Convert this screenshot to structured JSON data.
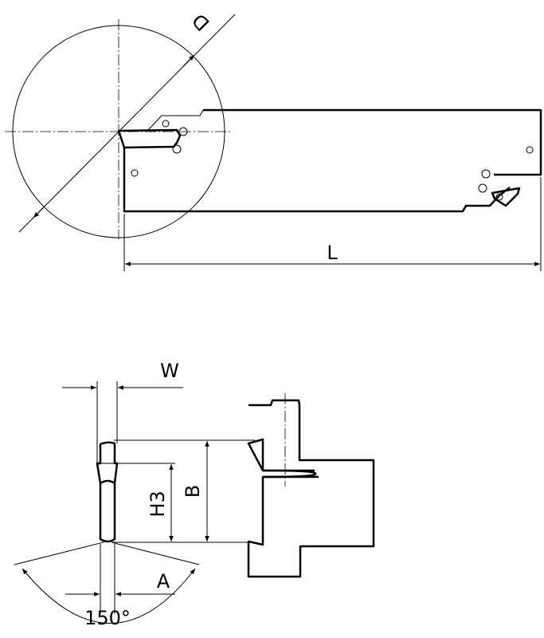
{
  "title": "Parting-off tool holder dimension drawing",
  "labels": {
    "diameter": "D",
    "length": "L",
    "width": "W",
    "height": "B",
    "cut_height": "H3",
    "offset": "A",
    "angle": "150°"
  }
}
